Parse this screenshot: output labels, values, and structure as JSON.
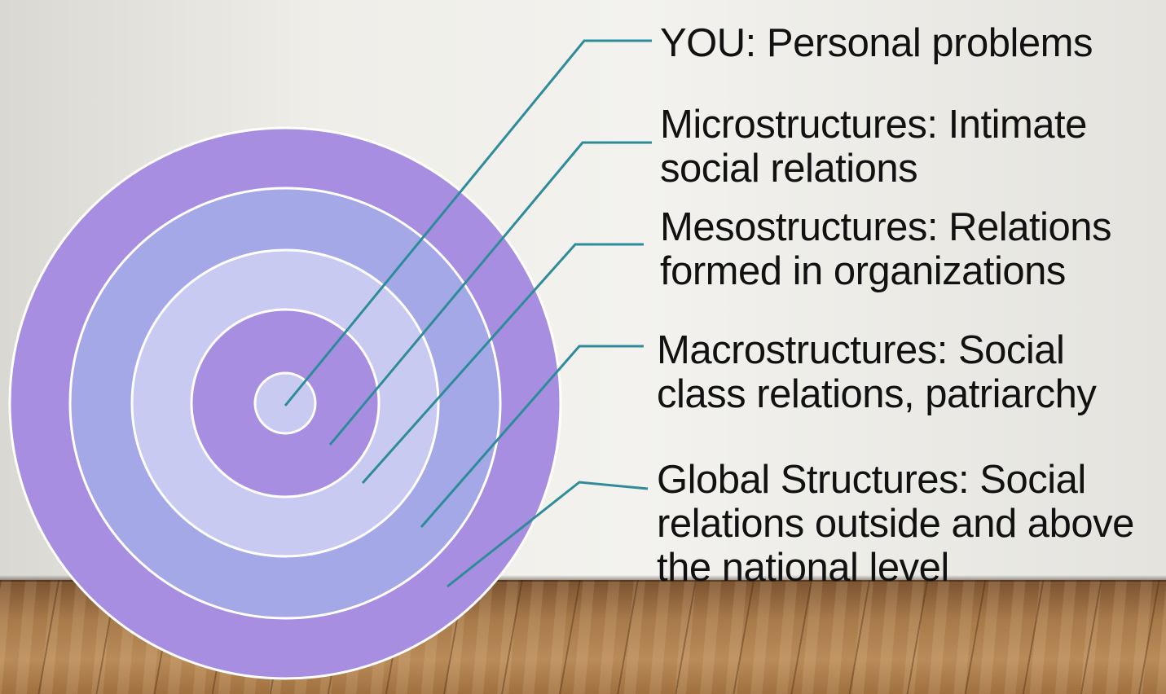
{
  "slide": {
    "background": "wall-and-wood-floor"
  },
  "diagram": {
    "colors": {
      "ring_outer": "#a88ee0",
      "ring_second": "#a4a8e6",
      "ring_third": "#c9caf1",
      "ring_fourth": "#a88ee0",
      "ring_center": "#c9caf1",
      "ring_border": "#ffffff",
      "connector": "#2e8c9a",
      "text": "#111111"
    },
    "labels": {
      "you": "YOU: Personal problems",
      "micro": "Microstructures: Intimate\nsocial relations",
      "meso": "Mesostructures: Relations\nformed in organizations",
      "macro": "Macrostructures: Social\nclass relations, patriarchy",
      "global": "Global Structures: Social\nrelations outside and above\nthe national level"
    }
  }
}
